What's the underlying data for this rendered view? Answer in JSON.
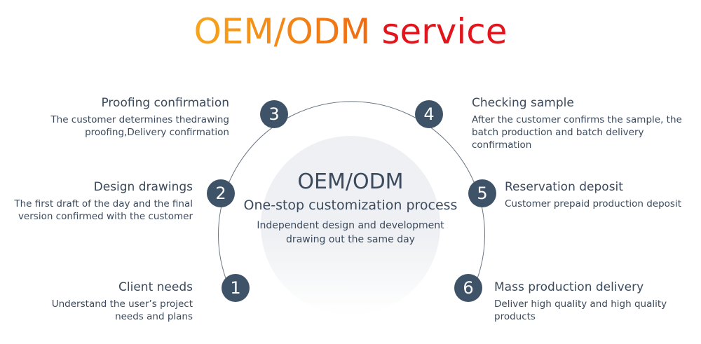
{
  "title": {
    "part1": "OEM/ODM",
    "part2": "service"
  },
  "center": {
    "heading": "OEM/ODM",
    "subheading": "One-stop customization process",
    "line1": "Independent design and development",
    "line2": "drawing out the same day"
  },
  "steps": [
    {
      "number": "1",
      "title": "Client needs",
      "desc": [
        "Understand the user’s project",
        "needs and plans"
      ]
    },
    {
      "number": "2",
      "title": "Design drawings",
      "desc": [
        "The first draft of the day and the final",
        "version confirmed with the customer"
      ]
    },
    {
      "number": "3",
      "title": "Proofing confirmation",
      "desc": [
        "The customer determines thedrawing",
        "proofing,Delivery confirmation"
      ]
    },
    {
      "number": "4",
      "title": "Checking sample",
      "desc": [
        "After the customer confirms the sample, the",
        "batch production and batch delivery",
        "confirmation"
      ]
    },
    {
      "number": "5",
      "title": "Reservation deposit",
      "desc": [
        "Customer prepaid production deposit"
      ]
    },
    {
      "number": "6",
      "title": "Mass production delivery",
      "desc": [
        "Deliver high quality and high quality",
        "products"
      ]
    }
  ],
  "colors": {
    "accent": "#3f5368",
    "orange": "#f7a51c",
    "red": "#e3141b"
  }
}
